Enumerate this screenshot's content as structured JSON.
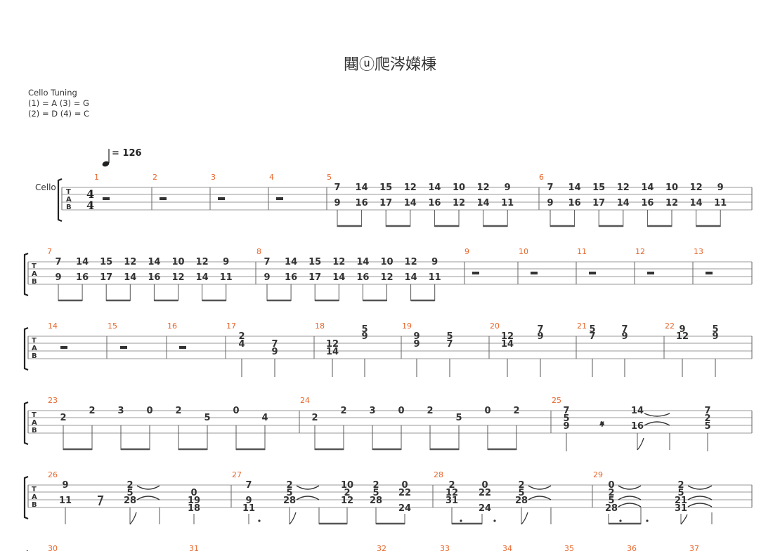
{
  "title": "闀ⓤ爬涔嬫棅",
  "tuning": {
    "heading": "Cello Tuning",
    "line1": "(1) = A (3) = G",
    "line2": "(2) = D (4) = C"
  },
  "tempo": {
    "bpm_label": "= 126"
  },
  "instrument": "Cello",
  "time_signature": {
    "top": "4",
    "bottom": "4"
  },
  "tab_letters": [
    "T",
    "A",
    "B"
  ],
  "systems": [
    {
      "measures": [
        {
          "n": "1",
          "rest": true
        },
        {
          "n": "2",
          "rest": true
        },
        {
          "n": "3",
          "rest": true
        },
        {
          "n": "4",
          "rest": true
        },
        {
          "n": "5",
          "pairs": [
            [
              "7",
              "9"
            ],
            [
              "14",
              "16"
            ],
            [
              "15",
              "17"
            ],
            [
              "12",
              "14"
            ],
            [
              "14",
              "16"
            ],
            [
              "10",
              "12"
            ],
            [
              "12",
              "14"
            ],
            [
              "9",
              "11"
            ]
          ]
        },
        {
          "n": "6",
          "pairs": [
            [
              "7",
              "9"
            ],
            [
              "14",
              "16"
            ],
            [
              "15",
              "17"
            ],
            [
              "12",
              "14"
            ],
            [
              "14",
              "16"
            ],
            [
              "10",
              "12"
            ],
            [
              "12",
              "14"
            ],
            [
              "9",
              "11"
            ]
          ]
        }
      ]
    },
    {
      "measures": [
        {
          "n": "7",
          "pairs": [
            [
              "7",
              "9"
            ],
            [
              "14",
              "16"
            ],
            [
              "15",
              "17"
            ],
            [
              "12",
              "14"
            ],
            [
              "14",
              "16"
            ],
            [
              "10",
              "12"
            ],
            [
              "12",
              "14"
            ],
            [
              "9",
              "11"
            ]
          ]
        },
        {
          "n": "8",
          "pairs": [
            [
              "7",
              "9"
            ],
            [
              "14",
              "16"
            ],
            [
              "15",
              "17"
            ],
            [
              "12",
              "14"
            ],
            [
              "14",
              "16"
            ],
            [
              "10",
              "12"
            ],
            [
              "12",
              "14"
            ],
            [
              "9",
              "11"
            ]
          ]
        },
        {
          "n": "9",
          "rest": true
        },
        {
          "n": "10",
          "rest": true
        },
        {
          "n": "11",
          "rest": true
        },
        {
          "n": "12",
          "rest": true
        },
        {
          "n": "13",
          "rest": true
        }
      ]
    },
    {
      "measures": [
        {
          "n": "14",
          "rest": true
        },
        {
          "n": "15",
          "rest": true
        },
        {
          "n": "16",
          "rest": true
        },
        {
          "n": "17",
          "chords": [
            [
              "2",
              "4",
              ""
            ],
            [
              "",
              "7",
              "9"
            ]
          ]
        },
        {
          "n": "18",
          "chords": [
            [
              "",
              "12",
              "14"
            ],
            [
              "5",
              "9",
              ""
            ]
          ]
        },
        {
          "n": "19",
          "chords": [
            [
              "9",
              "9",
              ""
            ],
            [
              "5",
              "7",
              ""
            ]
          ]
        },
        {
          "n": "20",
          "chords": [
            [
              "12",
              "14",
              ""
            ],
            [
              "7",
              "9",
              ""
            ]
          ]
        },
        {
          "n": "21",
          "chords": [
            [
              "5",
              "7",
              ""
            ],
            [
              "7",
              "9",
              ""
            ]
          ]
        },
        {
          "n": "22",
          "chords": [
            [
              "9",
              "12",
              ""
            ],
            [
              "5",
              "9",
              ""
            ]
          ]
        }
      ]
    },
    {
      "measures": [
        {
          "n": "23",
          "line": [
            "2",
            "2",
            "3",
            "0",
            "2",
            "5",
            "0",
            "4"
          ]
        },
        {
          "n": "24",
          "line": [
            "2",
            "2",
            "3",
            "0",
            "2",
            "5",
            "0",
            "2"
          ]
        },
        {
          "n": "25",
          "frets": [
            "7",
            "5",
            "9",
            "14",
            "16",
            "7",
            "2",
            "5"
          ]
        }
      ]
    },
    {
      "measures": [
        {
          "n": "26",
          "frets": [
            "9",
            "11",
            "2",
            "5",
            "28",
            "0",
            "19",
            "18"
          ]
        },
        {
          "n": "27",
          "frets": [
            "7",
            "9",
            "11",
            "2",
            "5",
            "28",
            "10",
            "2",
            "12",
            "2",
            "5",
            "28",
            "0",
            "22",
            "24"
          ]
        },
        {
          "n": "28",
          "frets": [
            "2",
            "12",
            "31",
            "0",
            "22",
            "24",
            "2",
            "5",
            "28"
          ]
        },
        {
          "n": "29",
          "frets": [
            "0",
            "2",
            "5",
            "28",
            "2",
            "5",
            "21",
            "31"
          ]
        }
      ]
    },
    {
      "measures": [
        {
          "n": "30"
        },
        {
          "n": "31"
        },
        {
          "n": "32"
        },
        {
          "n": "33"
        },
        {
          "n": "34"
        },
        {
          "n": "35"
        },
        {
          "n": "36"
        },
        {
          "n": "37"
        }
      ]
    }
  ]
}
